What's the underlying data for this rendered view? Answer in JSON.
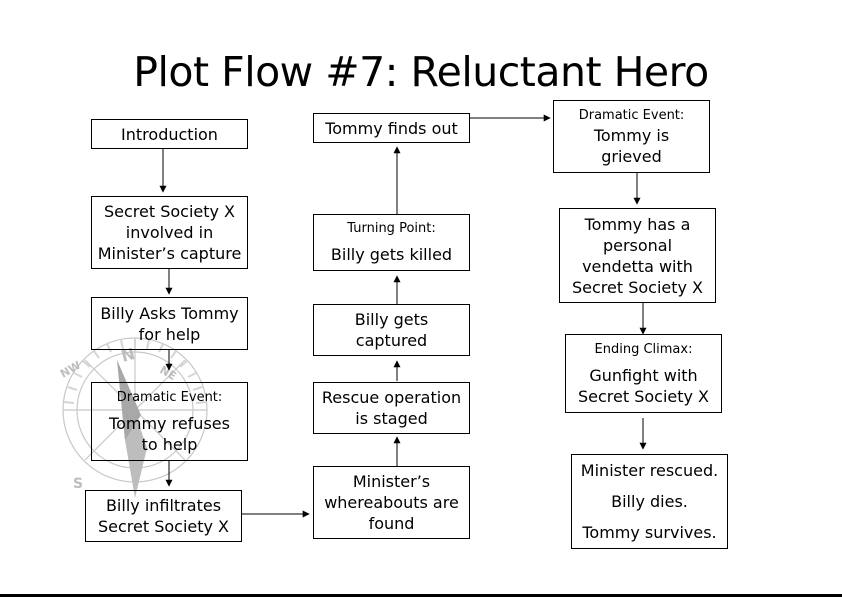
{
  "title": "Plot Flow #7: Reluctant Hero",
  "nodes": {
    "introduction": {
      "text": "Introduction"
    },
    "secret_society": {
      "lines": [
        "Secret Society X",
        "involved in",
        "Minister’s capture"
      ]
    },
    "billy_asks": {
      "lines": [
        "Billy Asks Tommy",
        "for help"
      ]
    },
    "tommy_refuses": {
      "header": "Dramatic Event:",
      "lines": [
        "Tommy refuses",
        "to help"
      ]
    },
    "billy_infiltrates": {
      "lines": [
        "Billy infiltrates",
        "Secret Society X"
      ]
    },
    "ministers_found": {
      "lines": [
        "Minister’s",
        "whereabouts are",
        "found"
      ]
    },
    "rescue_staged": {
      "lines": [
        "Rescue operation",
        "is staged"
      ]
    },
    "billy_captured": {
      "lines": [
        "Billy gets",
        "captured"
      ]
    },
    "billy_killed": {
      "header": "Turning Point:",
      "lines": [
        "Billy gets killed"
      ]
    },
    "tommy_finds_out": {
      "text": "Tommy finds out"
    },
    "tommy_grieved": {
      "header": "Dramatic Event:",
      "lines": [
        "Tommy is",
        "grieved"
      ]
    },
    "tommy_vendetta": {
      "lines": [
        "Tommy has a",
        "personal",
        "vendetta with",
        "Secret Society X"
      ]
    },
    "ending_climax": {
      "header": "Ending Climax:",
      "lines": [
        "Gunfight with",
        "Secret Society X"
      ]
    },
    "outcome": {
      "lines": [
        "Minister rescued.",
        "Billy dies.",
        "Tommy survives."
      ]
    }
  },
  "watermark": {
    "icon": "compass-icon",
    "letters": [
      "N",
      "NW",
      "NE",
      "S"
    ]
  }
}
